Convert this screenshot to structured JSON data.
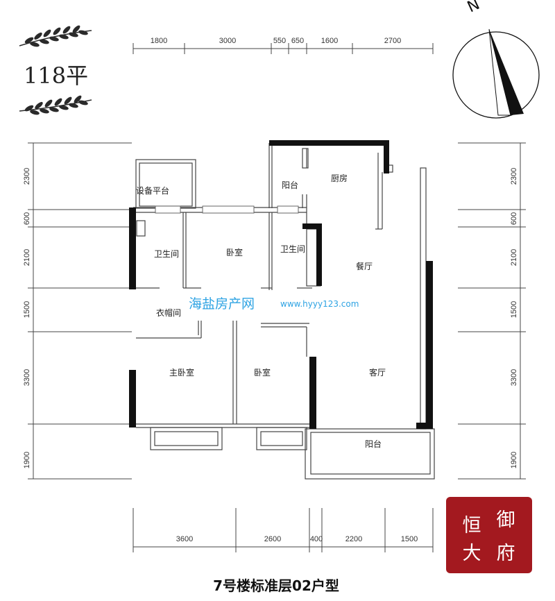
{
  "area_label": "118平",
  "title": "7号楼标准层02户型",
  "rooms": {
    "equipment_platform": "设备平台",
    "balcony_north": "阳台",
    "kitchen": "厨房",
    "bathroom_1": "卫生间",
    "bedroom_north": "卧室",
    "bathroom_2": "卫生间",
    "dining": "餐厅",
    "closet": "衣帽间",
    "master_bedroom": "主卧室",
    "bedroom_south": "卧室",
    "living": "客厅",
    "balcony_south": "阳台"
  },
  "dimensions": {
    "top": [
      "1800",
      "3000",
      "550",
      "650",
      "1600",
      "2700"
    ],
    "bottom": [
      "3600",
      "2600",
      "400",
      "2200",
      "1500"
    ],
    "left": [
      "2300",
      "600",
      "2100",
      "1500",
      "3300",
      "1900"
    ],
    "right": [
      "2300",
      "600",
      "2100",
      "1500",
      "3300",
      "1900"
    ]
  },
  "watermark": {
    "name": "海盐房产网",
    "url": "www.hyyy123.com"
  },
  "seal": {
    "chars": [
      "恒",
      "御",
      "大",
      "府"
    ],
    "color": "#a3191f"
  },
  "compass": {
    "label": "N"
  }
}
